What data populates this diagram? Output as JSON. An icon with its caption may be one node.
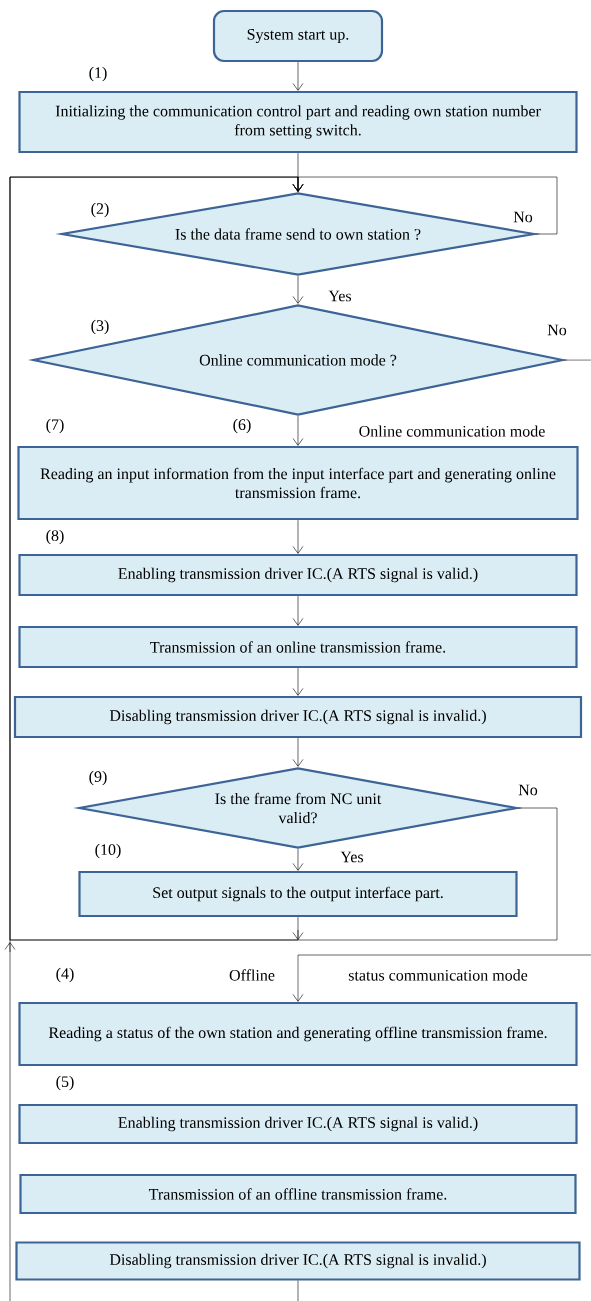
{
  "diagram": {
    "nodes": [
      {
        "text": [
          "System start up."
        ]
      },
      {
        "text": [
          "Initializing the communication control part and reading own station number from setting switch."
        ]
      },
      {
        "text": [
          "Is the data frame send to own station ?"
        ]
      },
      {
        "text": [
          "Online communication mode ?"
        ]
      },
      {
        "text": [
          "Reading an input information from the input interface part and generating online transmission frame."
        ]
      },
      {
        "text": [
          "Enabling transmission driver IC.(A RTS signal is valid.)"
        ]
      },
      {
        "text": [
          "Transmission of an online transmission frame."
        ]
      },
      {
        "text": [
          "Disabling transmission driver IC.(A RTS signal is invalid.)"
        ]
      },
      {
        "text": [
          "Is the frame from NC unit valid?"
        ]
      },
      {
        "text": [
          "Set output signals to the output interface part."
        ]
      },
      {
        "text": [
          "Reading a status of the own station and generating offline transmission frame."
        ]
      },
      {
        "text": [
          "Enabling transmission driver IC.(A RTS signal is valid.)"
        ]
      },
      {
        "text": [
          "Transmission of an offline transmission frame."
        ]
      },
      {
        "text": [
          "Disabling transmission driver IC.(A RTS signal is invalid.)"
        ]
      }
    ],
    "edges": [
      {
        "from": 0,
        "to": 1,
        "arrow": "to"
      },
      {
        "from": 1,
        "to": 2,
        "arrow": "to"
      },
      {
        "from": 2,
        "to": 2,
        "label": "No",
        "arrow": "to"
      },
      {
        "from": 2,
        "to": 3,
        "label": "Yes",
        "arrow": "to"
      },
      {
        "from": 3,
        "to": 4,
        "label": "Online communication mode",
        "arrow": "to"
      },
      {
        "from": 3,
        "to": 10,
        "label": "No",
        "arrow": "to"
      },
      {
        "from": 4,
        "to": 5,
        "arrow": "to"
      },
      {
        "from": 5,
        "to": 6,
        "arrow": "to"
      },
      {
        "from": 6,
        "to": 7,
        "arrow": "to"
      },
      {
        "from": 7,
        "to": 8,
        "arrow": "to"
      },
      {
        "from": 8,
        "to": 9,
        "label": "Yes",
        "arrow": "to"
      },
      {
        "from": 8,
        "to": 2,
        "label": "No",
        "arrow": "to"
      },
      {
        "from": 9,
        "to": 2,
        "arrow": "to"
      },
      {
        "from": 13,
        "to": 2,
        "arrow": "to"
      }
    ],
    "labels": [
      "(1)",
      "(2)",
      "(3)",
      "(7)",
      "(6)",
      "(8)",
      "(9)",
      "(10)",
      "(4)",
      "Offline",
      "status communication mode",
      "(5)"
    ]
  }
}
